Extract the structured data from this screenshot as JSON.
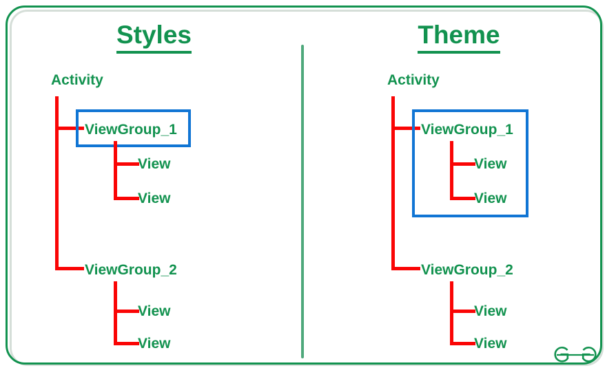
{
  "diagram": {
    "title_left": "Styles",
    "title_right": "Theme",
    "colors": {
      "node_text": "#12924f",
      "connector": "#fa0505",
      "highlight_box": "#1075d4",
      "frame": "#12924f",
      "divider": "#4ea87b",
      "background": "#ffffff"
    },
    "watermark": "GeeksforGeeks"
  },
  "panels": [
    {
      "key": "styles",
      "title": "Styles",
      "highlight_label": "ViewGroup_1",
      "highlight_scope": "ViewGroup_1 node only",
      "tree": {
        "root": "Activity",
        "children": [
          {
            "label": "ViewGroup_1",
            "highlighted": true,
            "children": [
              {
                "label": "View"
              },
              {
                "label": "View"
              }
            ]
          },
          {
            "label": "ViewGroup_2",
            "highlighted": false,
            "children": [
              {
                "label": "View"
              },
              {
                "label": "View"
              }
            ]
          }
        ]
      }
    },
    {
      "key": "theme",
      "title": "Theme",
      "highlight_label": "ViewGroup_1",
      "highlight_scope": "ViewGroup_1 and all of its child View nodes",
      "tree": {
        "root": "Activity",
        "children": [
          {
            "label": "ViewGroup_1",
            "highlighted": true,
            "children": [
              {
                "label": "View"
              },
              {
                "label": "View"
              }
            ]
          },
          {
            "label": "ViewGroup_2",
            "highlighted": false,
            "children": [
              {
                "label": "View"
              },
              {
                "label": "View"
              }
            ]
          }
        ]
      }
    }
  ]
}
